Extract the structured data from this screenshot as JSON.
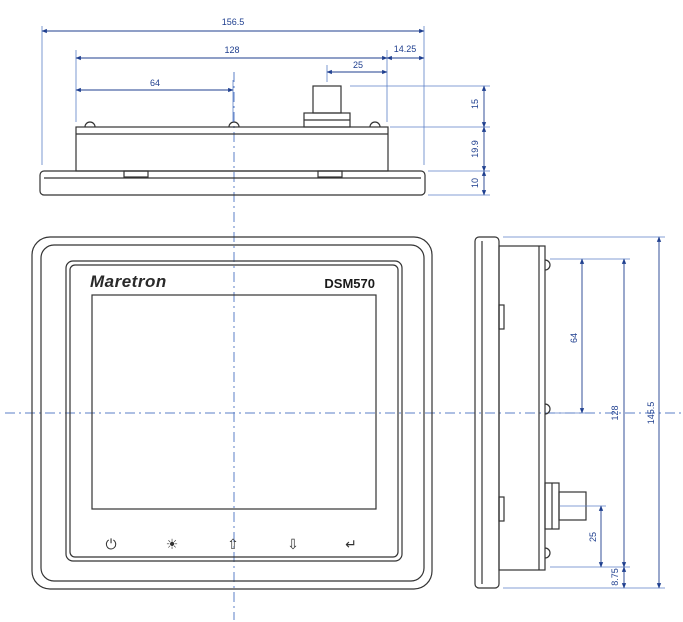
{
  "colors": {
    "dimension": "#1f3f8f",
    "centerline": "#5b7fc7",
    "outline": "#333333"
  },
  "top_view": {
    "dim_overall_width": "156.5",
    "dim_hole_spacing": "128",
    "dim_half_spacing": "64",
    "dim_connector_offset": "25",
    "dim_edge_offset": "14.25",
    "dim_connector_height": "15",
    "dim_body_depth": "19.9",
    "dim_bezel_thickness": "10"
  },
  "front_view": {
    "brand": "Maretron",
    "model": "DSM570",
    "buttons": [
      {
        "name": "power-icon",
        "glyph": "⏻"
      },
      {
        "name": "brightness-icon",
        "glyph": "☀"
      },
      {
        "name": "up-arrow-icon",
        "glyph": "⇧"
      },
      {
        "name": "down-arrow-icon",
        "glyph": "⇩"
      },
      {
        "name": "enter-icon",
        "glyph": "↵"
      }
    ]
  },
  "side_view": {
    "dim_half_spacing": "64",
    "dim_hole_spacing": "128",
    "dim_overall_height": "145.5",
    "dim_connector_offset": "25",
    "dim_edge_offset": "8.75"
  }
}
